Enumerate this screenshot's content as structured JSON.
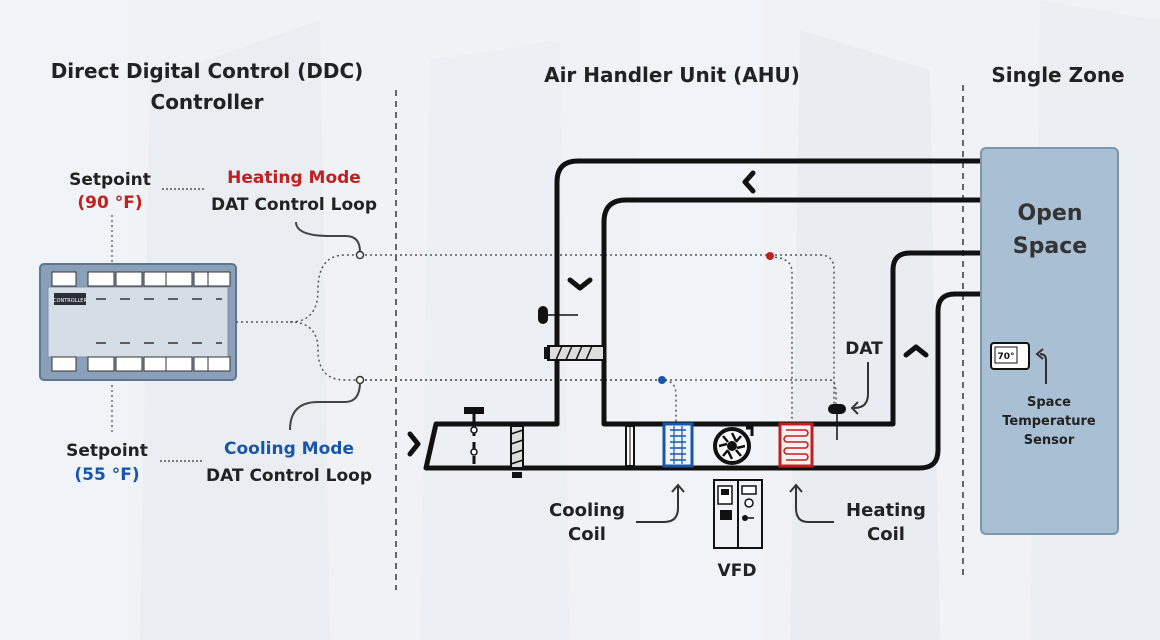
{
  "sections": {
    "ddc_title_line1": "Direct Digital Control (DDC)",
    "ddc_title_line2": "Controller",
    "ahu_title": "Air Handler Unit (AHU)",
    "zone_title": "Single Zone"
  },
  "heating": {
    "setpoint_label": "Setpoint",
    "setpoint_value": "(90 °F)",
    "mode": "Heating Mode",
    "loop": "DAT Control Loop",
    "color": "#c0201f"
  },
  "cooling": {
    "setpoint_label": "Setpoint",
    "setpoint_value": "(55 °F)",
    "mode": "Cooling Mode",
    "loop": "DAT Control Loop",
    "color": "#1a56a8"
  },
  "controller": {
    "screen_label": "CONTROLLER"
  },
  "ahu": {
    "dat_label": "DAT",
    "cooling_coil_line1": "Cooling",
    "cooling_coil_line2": "Coil",
    "heating_coil_line1": "Heating",
    "heating_coil_line2": "Coil",
    "vfd_label": "VFD"
  },
  "zone": {
    "space_line1": "Open",
    "space_line2": "Space",
    "thermostat_reading": "70°",
    "sensor_line1": "Space",
    "sensor_line2": "Temperature",
    "sensor_line3": "Sensor"
  },
  "colors": {
    "heating": "#c0201f",
    "cooling": "#1a56a8",
    "duct": "#111111",
    "zone_fill": "#a9bfd3"
  }
}
